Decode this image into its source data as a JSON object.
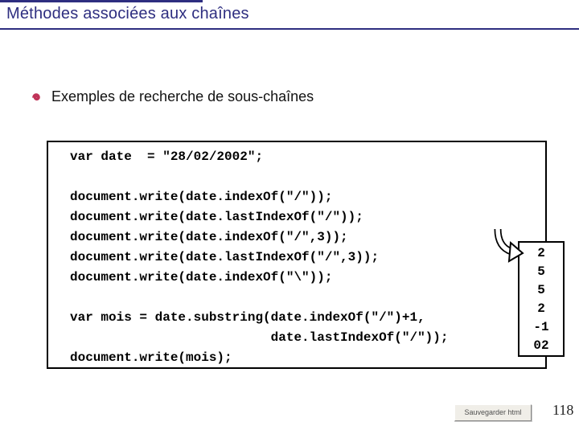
{
  "slide": {
    "title": "Méthodes associées aux chaînes",
    "bullet": {
      "text": "Exemples de recherche de sous-chaînes",
      "icon": "spiral-bullet-icon",
      "icon_color": "#C03358"
    },
    "code": {
      "lines": [
        "var date  = \"28/02/2002\";",
        "",
        "document.write(date.indexOf(\"/\"));",
        "document.write(date.lastIndexOf(\"/\"));",
        "document.write(date.indexOf(\"/\",3));",
        "document.write(date.lastIndexOf(\"/\",3));",
        "document.write(date.indexOf(\"\\\"));",
        "",
        "var mois = date.substring(date.indexOf(\"/\")+1,",
        "                          date.lastIndexOf(\"/\"));",
        "document.write(mois);"
      ]
    },
    "results": {
      "values": [
        "2",
        "5",
        "5",
        "2",
        "-1",
        "02"
      ]
    },
    "footer": {
      "save_button_label": "Sauvegarder html",
      "page_number": "118"
    },
    "colors": {
      "accent_navy": "#2E2E80",
      "bullet_crimson": "#C03358"
    }
  }
}
